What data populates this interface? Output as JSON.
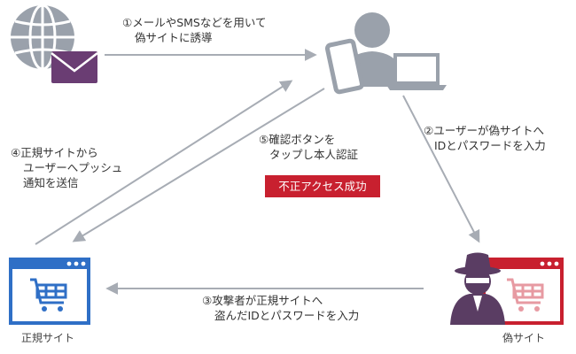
{
  "steps": {
    "s1": [
      "①メールやSMSなどを用いて",
      "偽サイトに誘導"
    ],
    "s2": [
      "②ユーザーが偽サイトへ",
      "IDとパスワードを入力"
    ],
    "s3": [
      "③攻撃者が正規サイトへ",
      "盗んだIDとパスワードを入力"
    ],
    "s4": [
      "④正規サイトから",
      "ユーザーへプッシュ",
      "通知を送信"
    ],
    "s5": [
      "⑤確認ボタンを",
      "タップし本人認証"
    ]
  },
  "badge": {
    "label": "不正アクセス成功",
    "color": "#c8202f"
  },
  "captions": {
    "legit": "正規サイト",
    "fake": "偽サイト"
  },
  "icons": {
    "globe": "globe-icon",
    "mail": "envelope-icon",
    "user": "user-icon",
    "phone": "smartphone-icon",
    "laptop": "laptop-icon",
    "legit_site": "browser-cart-icon",
    "fake_site": "browser-cart-icon",
    "attacker": "hacker-icon"
  },
  "colors": {
    "arrow": "#a7acb4",
    "icon_gray": "#9aa1ab",
    "legit_blue": "#2f6fc6",
    "fake_red": "#c8202f",
    "attacker_purple": "#5a3d63",
    "mail_purple": "#6a3d73"
  }
}
